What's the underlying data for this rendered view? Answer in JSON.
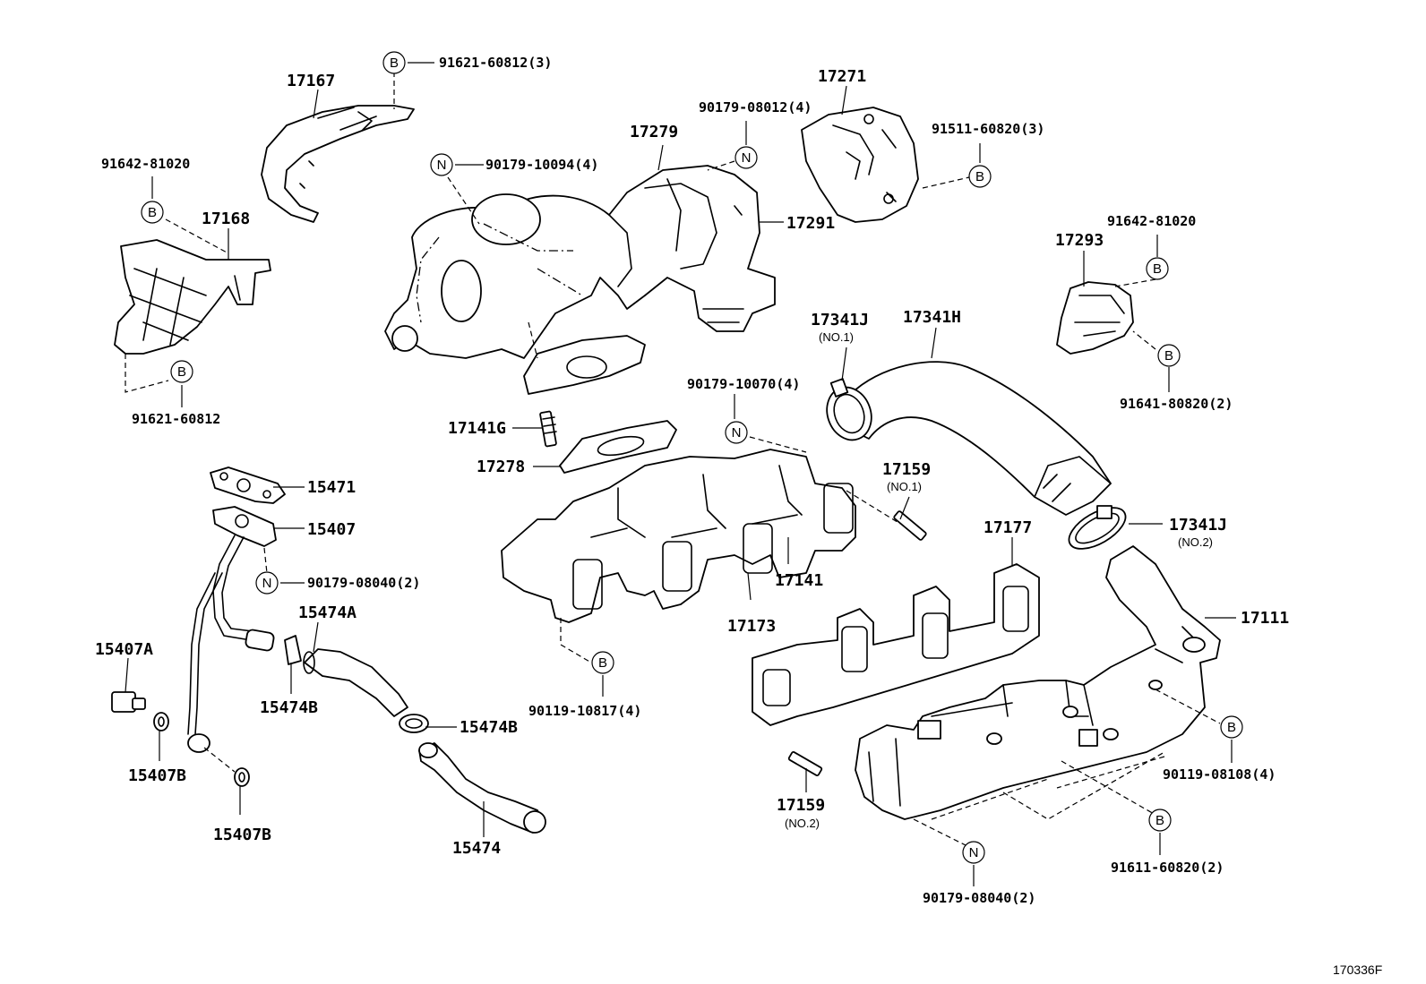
{
  "diagram": {
    "labels": {
      "p17167": "17167",
      "p91621_60812_3": "91621-60812(3)",
      "p91642_81020_left": "91642-81020",
      "p17168": "17168",
      "p91621_60812": "91621-60812",
      "p90179_10094_4": "90179-10094(4)",
      "p17279": "17279",
      "p90179_08012_4": "90179-08012(4)",
      "p17291": "17291",
      "p17271": "17271",
      "p91511_60820_3": "91511-60820(3)",
      "p91642_81020_right": "91642-81020",
      "p17293": "17293",
      "p91641_80820_2": "91641-80820(2)",
      "p17341J_1": "17341J",
      "no1_a": "(NO.1)",
      "p17341H": "17341H",
      "p90179_10070_4": "90179-10070(4)",
      "p17141G": "17141G",
      "p17278": "17278",
      "p17159_1": "17159",
      "no1_b": "(NO.1)",
      "p17341J_2": "17341J",
      "no2_a": "(NO.2)",
      "p17177": "17177",
      "p17141": "17141",
      "p17173": "17173",
      "p17111": "17111",
      "p15471": "15471",
      "p15407": "15407",
      "p90179_08040_2_left": "90179-08040(2)",
      "p15474A": "15474A",
      "p15407A": "15407A",
      "p15474B_1": "15474B",
      "p15474B_2": "15474B",
      "p15407B_1": "15407B",
      "p15407B_2": "15407B",
      "p15474": "15474",
      "p90119_10817_4": "90119-10817(4)",
      "p90119_08108_4": "90119-08108(4)",
      "p17159_2": "17159",
      "no2_b": "(NO.2)",
      "p91611_60820_2": "91611-60820(2)",
      "p90179_08040_2_bottom": "90179-08040(2)",
      "ref_code": "170336F"
    },
    "markers": {
      "B": "B",
      "N": "N"
    }
  }
}
